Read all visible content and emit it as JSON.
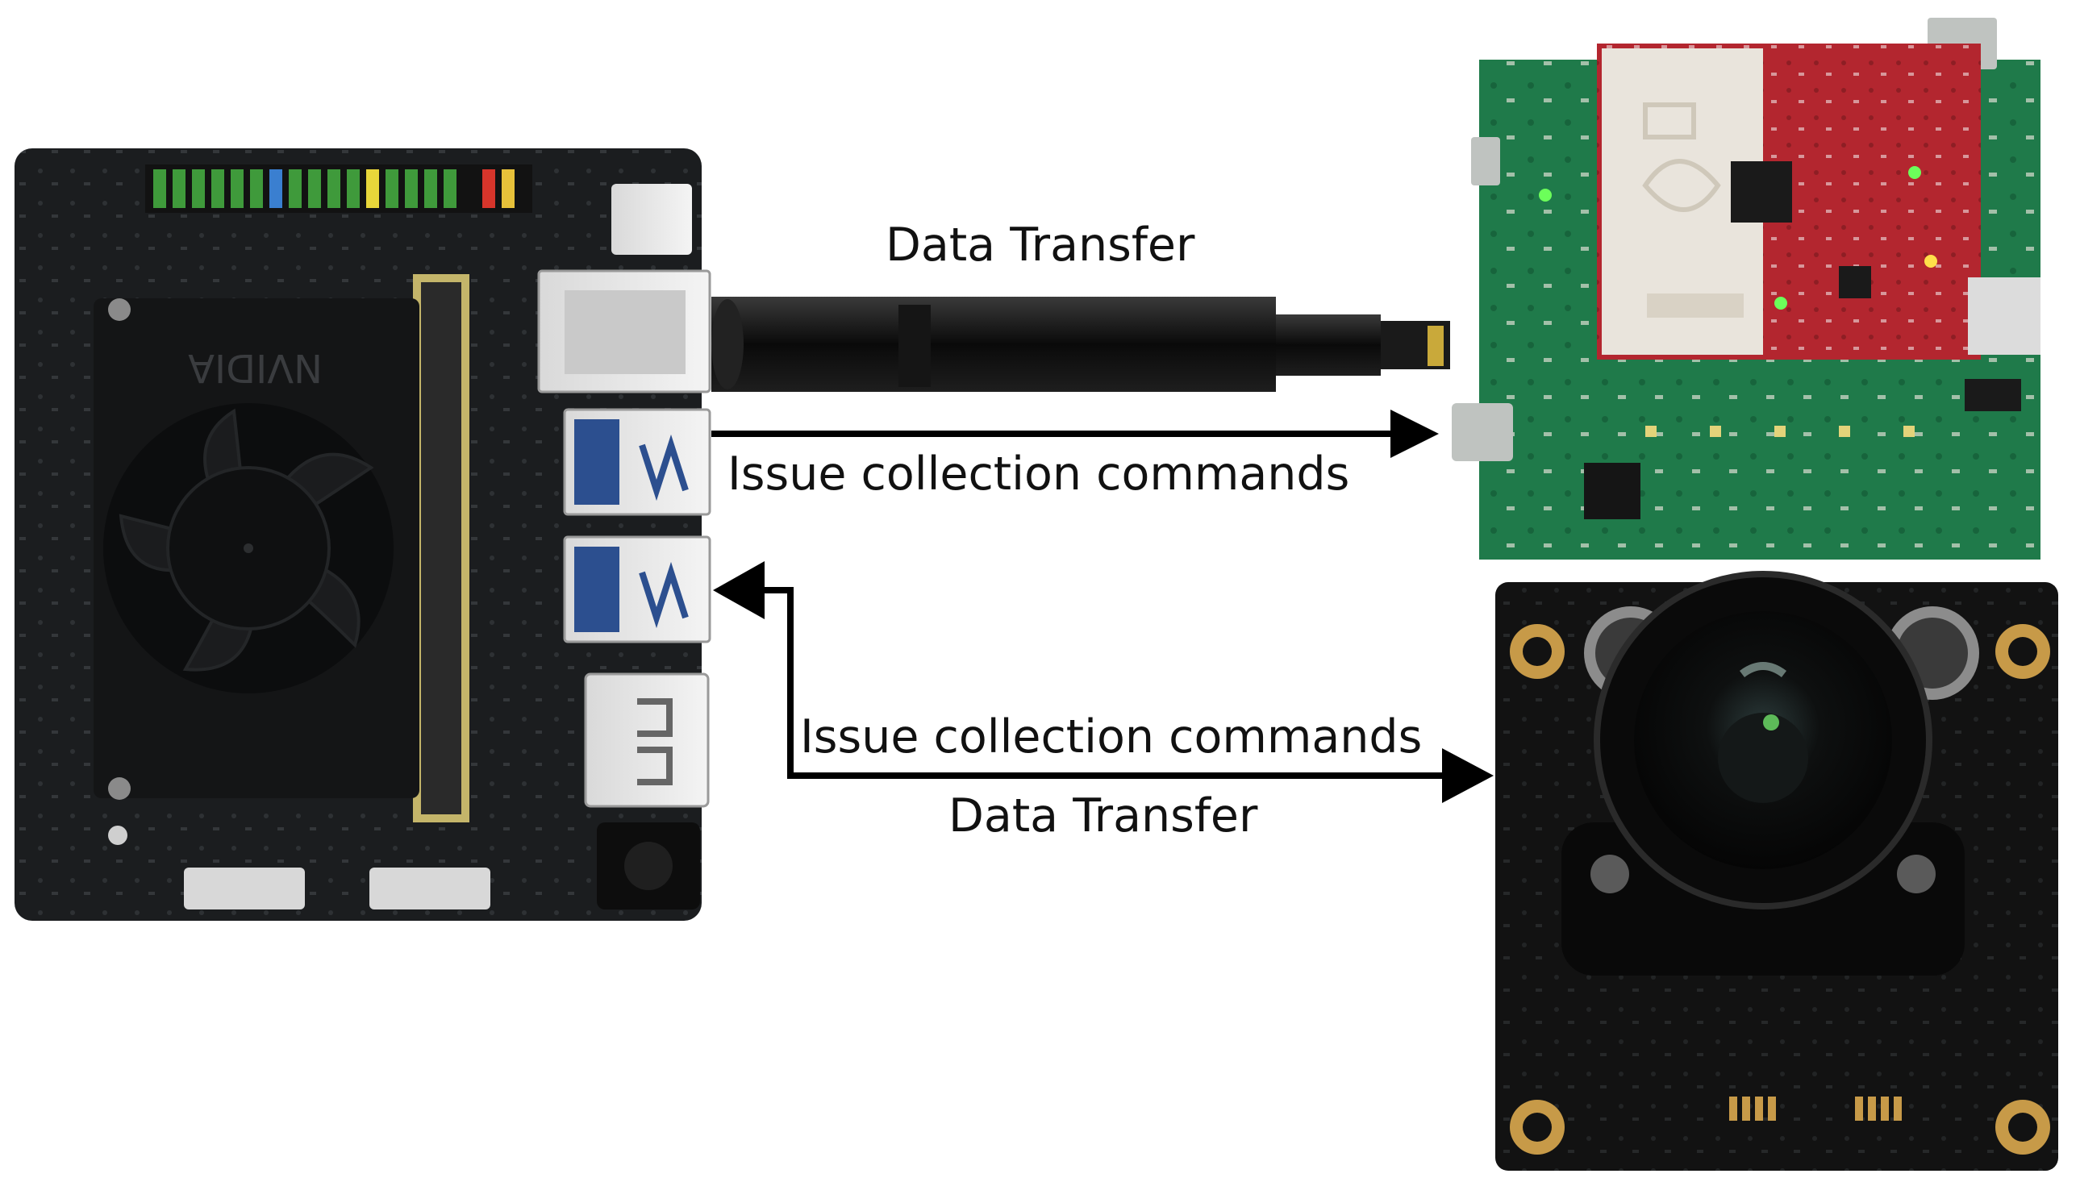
{
  "diagram": {
    "labels": {
      "top_transfer": "Data Transfer",
      "top_commands": "Issue collection commands",
      "bottom_commands": "Issue collection commands",
      "bottom_transfer": "Data Transfer"
    },
    "board_brand": "NVIDIA",
    "colors": {
      "jetson_board": "#1b1d1f",
      "heatsink": "#141516",
      "radar_board": "#1f7a4a",
      "radar_module": "#b3262f",
      "camera_board": "#121212",
      "arrow": "#000000",
      "text": "#111111"
    },
    "icons": [
      "jetson-board-image",
      "radar-board-image",
      "camera-module-image",
      "usb-cable-image"
    ]
  }
}
